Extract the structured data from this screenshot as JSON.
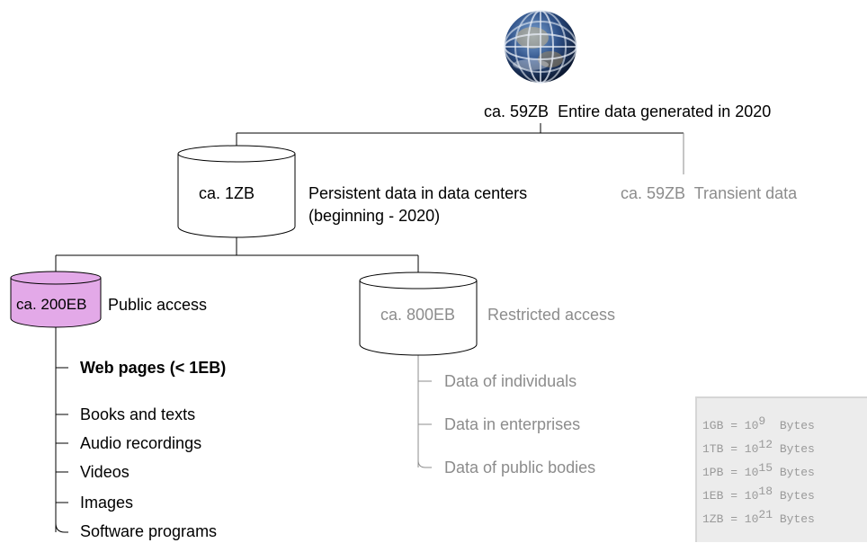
{
  "globe": {
    "icon": "globe-icon"
  },
  "root": {
    "size": "ca. 59ZB",
    "label": "Entire data generated in 2020"
  },
  "persistent": {
    "size": "ca. 1ZB",
    "label_line1": "Persistent data in data centers",
    "label_line2": "(beginning - 2020)"
  },
  "transient": {
    "size": "ca. 59ZB",
    "label": "Transient data"
  },
  "public": {
    "size": "ca. 200EB",
    "label": "Public access",
    "fill": "#e3a9e8",
    "items": [
      "Web pages (< 1EB)",
      "Books and texts",
      "Audio recordings",
      "Videos",
      "Images",
      "Software programs"
    ]
  },
  "restricted": {
    "size": "ca. 800EB",
    "label": "Restricted access",
    "items": [
      "Data of individuals",
      "Data in enterprises",
      "Data of public bodies"
    ]
  },
  "units": [
    {
      "left": "1GB = 10",
      "exp": "9",
      "right": "Bytes"
    },
    {
      "left": "1TB = 10",
      "exp": "12",
      "right": "Bytes"
    },
    {
      "left": "1PB = 10",
      "exp": "15",
      "right": "Bytes"
    },
    {
      "left": "1EB = 10",
      "exp": "18",
      "right": "Bytes"
    },
    {
      "left": "1ZB = 10",
      "exp": "21",
      "right": "Bytes"
    }
  ],
  "colors": {
    "grey": "#8c8c8c",
    "line": "#000000",
    "public_fill": "#e3a9e8"
  }
}
